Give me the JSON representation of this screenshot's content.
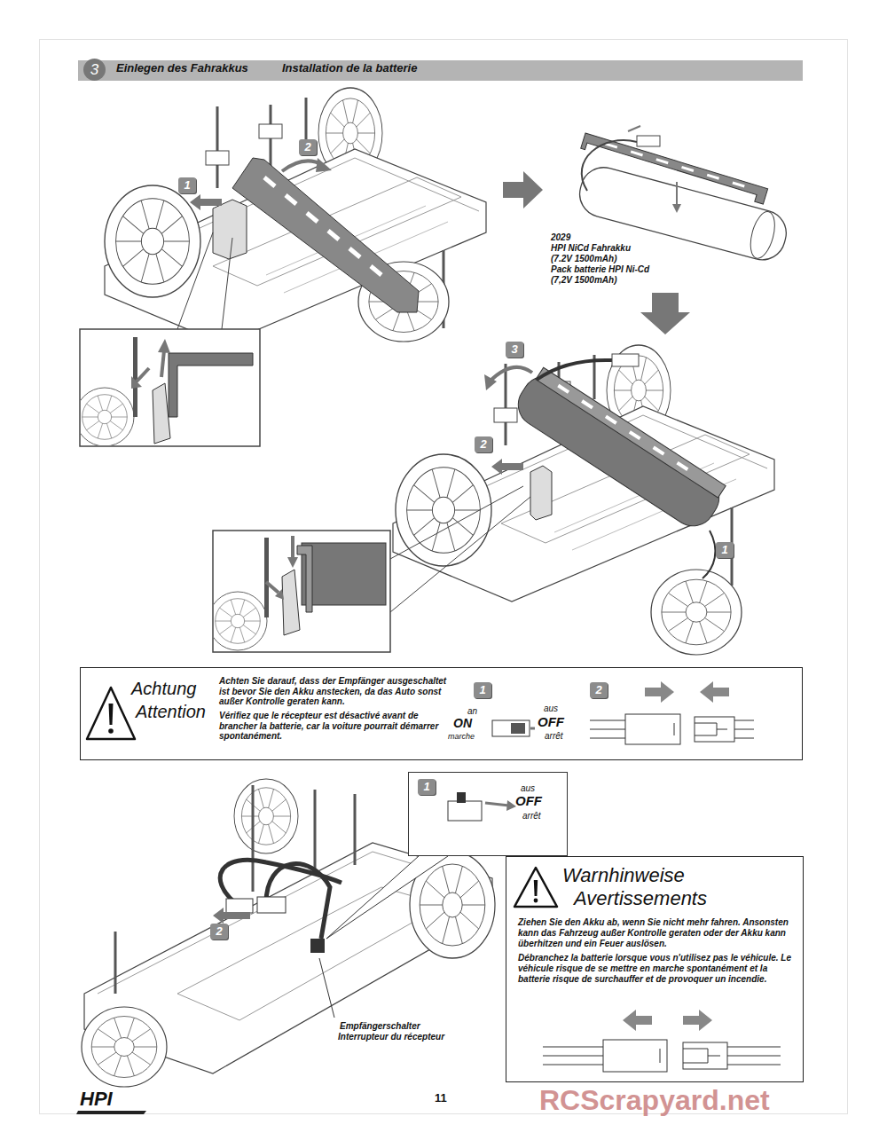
{
  "diagram": {
    "nodes": [
      {
        "text": [
          "3",
          "Einlegen des Fahrakkus",
          "Installation de la batterie"
        ]
      },
      {
        "text": [
          "1"
        ]
      },
      {
        "text": [
          "2"
        ]
      },
      {
        "text": [
          "3"
        ]
      },
      {
        "text": [
          "2"
        ]
      },
      {
        "text": [
          "1"
        ]
      },
      {
        "text": [
          "Achtung",
          "Attention",
          "Achten Sie darauf, dass der Empfänger ausgeschaltet ist bevor Sie den Akku anstecken, da das Auto sonst außer Kontrolle geraten kann.",
          "Vérifiez que le récepteur est désactivé avant de brancher la batterie, car la voiture pourrait démarrer spontanément."
        ]
      },
      {
        "text": [
          "1"
        ],
        "in": 6
      },
      {
        "text": [
          "2"
        ],
        "in": 6
      },
      {
        "text": [
          "aus",
          "OFF",
          "arrêt"
        ]
      },
      {
        "text": [
          "1"
        ],
        "in": 9
      },
      {
        "text": [
          "2"
        ]
      },
      {
        "text": [
          "Warnhinweise",
          "Avertissements",
          "Ziehen Sie den Akku ab, wenn Sie nicht mehr fahren. Ansonsten kann das Fahrzeug außer Kontrolle geraten oder der Akku kann überhitzen und ein Feuer auslösen.",
          "Débranchez la batterie lorsque vous n'utilisez pas le véhicule. Le véhicule risque de se mettre en marche spontanément et la batterie risque de surchauffer et de provoquer un incendie."
        ]
      }
    ],
    "labels": [
      "2029",
      "HPI NiCd Fahrakku",
      "(7.2V 1500mAh)",
      "Pack batterie HPI Ni-Cd",
      "(7,2V 1500mAh)",
      "an",
      "ON",
      "marche",
      "aus",
      "OFF",
      "arrêt",
      "Empfängerschalter",
      "Interrupteur du récepteur",
      "HPI",
      "11",
      "RCScrapyard.net"
    ]
  }
}
